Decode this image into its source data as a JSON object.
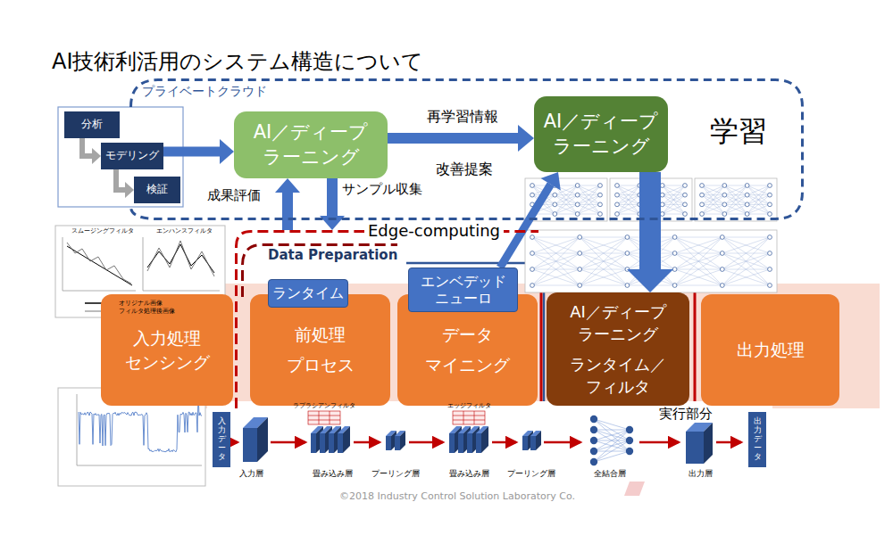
{
  "diagram": {
    "title": "AI技術利活用のシステム構造について",
    "nodes": [
      {
        "text": [
          "プライベートクラウド",
          "学習"
        ]
      },
      {
        "text": [
          "分析"
        ]
      },
      {
        "text": [
          "モデリング"
        ]
      },
      {
        "text": [
          "検証"
        ]
      },
      {
        "text": [
          "AI／ディープ ラーニング"
        ],
        "in": 0
      },
      {
        "text": [
          "AI／ディープ ラーニング"
        ],
        "in": 0
      },
      {
        "text": [
          "Edge-computing"
        ]
      },
      {
        "text": [
          "Data Preparation"
        ],
        "in": 6
      },
      {
        "text": [
          "入力処理 センシング"
        ]
      },
      {
        "text": [
          "前処理 プロセス"
        ],
        "in": 7
      },
      {
        "text": [
          "ランタイム"
        ],
        "in": 7
      },
      {
        "text": [
          "データ マイニング"
        ],
        "in": 6
      },
      {
        "text": [
          "エンベデッド ニューロ"
        ],
        "in": 6
      },
      {
        "text": [
          "AI／ディープ ラーニング",
          "ランタイム／ フィルタ"
        ],
        "in": 6
      },
      {
        "text": [
          "出力処理"
        ],
        "in": 6
      },
      {
        "text": [
          "入力データ"
        ]
      },
      {
        "text": [
          "出力データ"
        ]
      }
    ],
    "edges": [
      {
        "from": 1,
        "to": 2,
        "arrow": "to"
      },
      {
        "from": 2,
        "to": 3,
        "arrow": "to"
      },
      {
        "from": 2,
        "to": 4,
        "arrow": "to"
      },
      {
        "from": 4,
        "to": 5,
        "label": "再学習情報",
        "arrow": "to"
      },
      {
        "from": 4,
        "to": 6,
        "label": "サンプル収集",
        "arrow": "to"
      },
      {
        "from": 6,
        "to": 4,
        "label": "成果評価",
        "arrow": "to"
      },
      {
        "from": 12,
        "to": 5,
        "arrow": "to"
      },
      {
        "from": 5,
        "to": 13,
        "arrow": "to"
      }
    ],
    "labels": [
      "改善提案",
      "スムージングフィルタ",
      "エンハンスフィルタ",
      "入力層",
      "畳み込み層",
      "プーリング層",
      "畳み込み層",
      "プーリング層",
      "全結合層",
      "出力層",
      "ラプラシアンフィルタ",
      "エッジフィルタ",
      "実行部分",
      "©2018 Industry Control Solution Laboratory Co."
    ],
    "legend": [
      {
        "text": "オリジナル画像"
      },
      {
        "text": "フィルタ処理後画像"
      }
    ]
  }
}
